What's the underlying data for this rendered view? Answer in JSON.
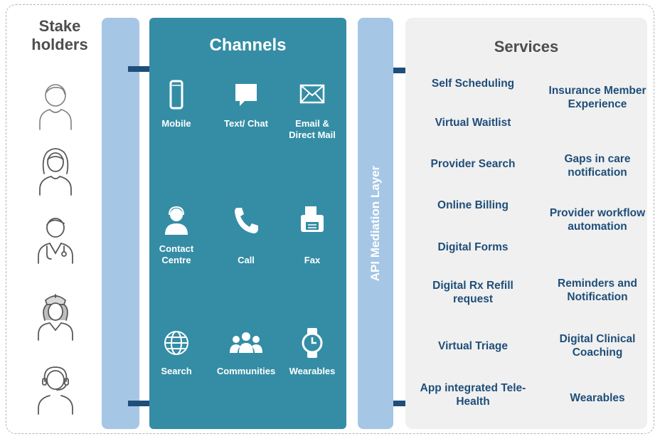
{
  "stakeholders": {
    "title_line1": "Stake",
    "title_line2": "holders",
    "people": [
      "user-icon",
      "woman-icon",
      "doctor-icon",
      "nurse-icon",
      "support-agent-icon"
    ]
  },
  "channels": {
    "title": "Channels",
    "items": [
      {
        "label": "Mobile",
        "icon": "mobile-icon"
      },
      {
        "label": "Text/ Chat",
        "icon": "chat-icon"
      },
      {
        "label": "Email & Direct Mail",
        "icon": "envelope-icon"
      },
      {
        "label": "Contact Centre",
        "icon": "headset-agent-icon"
      },
      {
        "label": "Call",
        "icon": "phone-icon"
      },
      {
        "label": "Fax",
        "icon": "fax-icon"
      },
      {
        "label": "Search",
        "icon": "globe-icon"
      },
      {
        "label": "Communities",
        "icon": "group-icon"
      },
      {
        "label": "Wearables",
        "icon": "watch-icon"
      }
    ]
  },
  "api_layer": {
    "label": "API Mediation Layer"
  },
  "services": {
    "title": "Services",
    "left": [
      "Self Scheduling",
      "Virtual Waitlist",
      "Provider Search",
      "Online Billing",
      "Digital Forms",
      "Digital Rx Refill request",
      "Virtual Triage",
      "App integrated Tele- Health"
    ],
    "right": [
      "Insurance Member Experience",
      "Gaps in care notification",
      "Provider workflow automation",
      "Reminders and Notification",
      "Digital Clinical Coaching",
      "Wearables"
    ]
  },
  "colors": {
    "channels_bg": "#348da5",
    "bars": "#a6c6e6",
    "arrow": "#1f4e79",
    "service_text": "#1f4e79",
    "services_bg": "#f0f0f0"
  }
}
